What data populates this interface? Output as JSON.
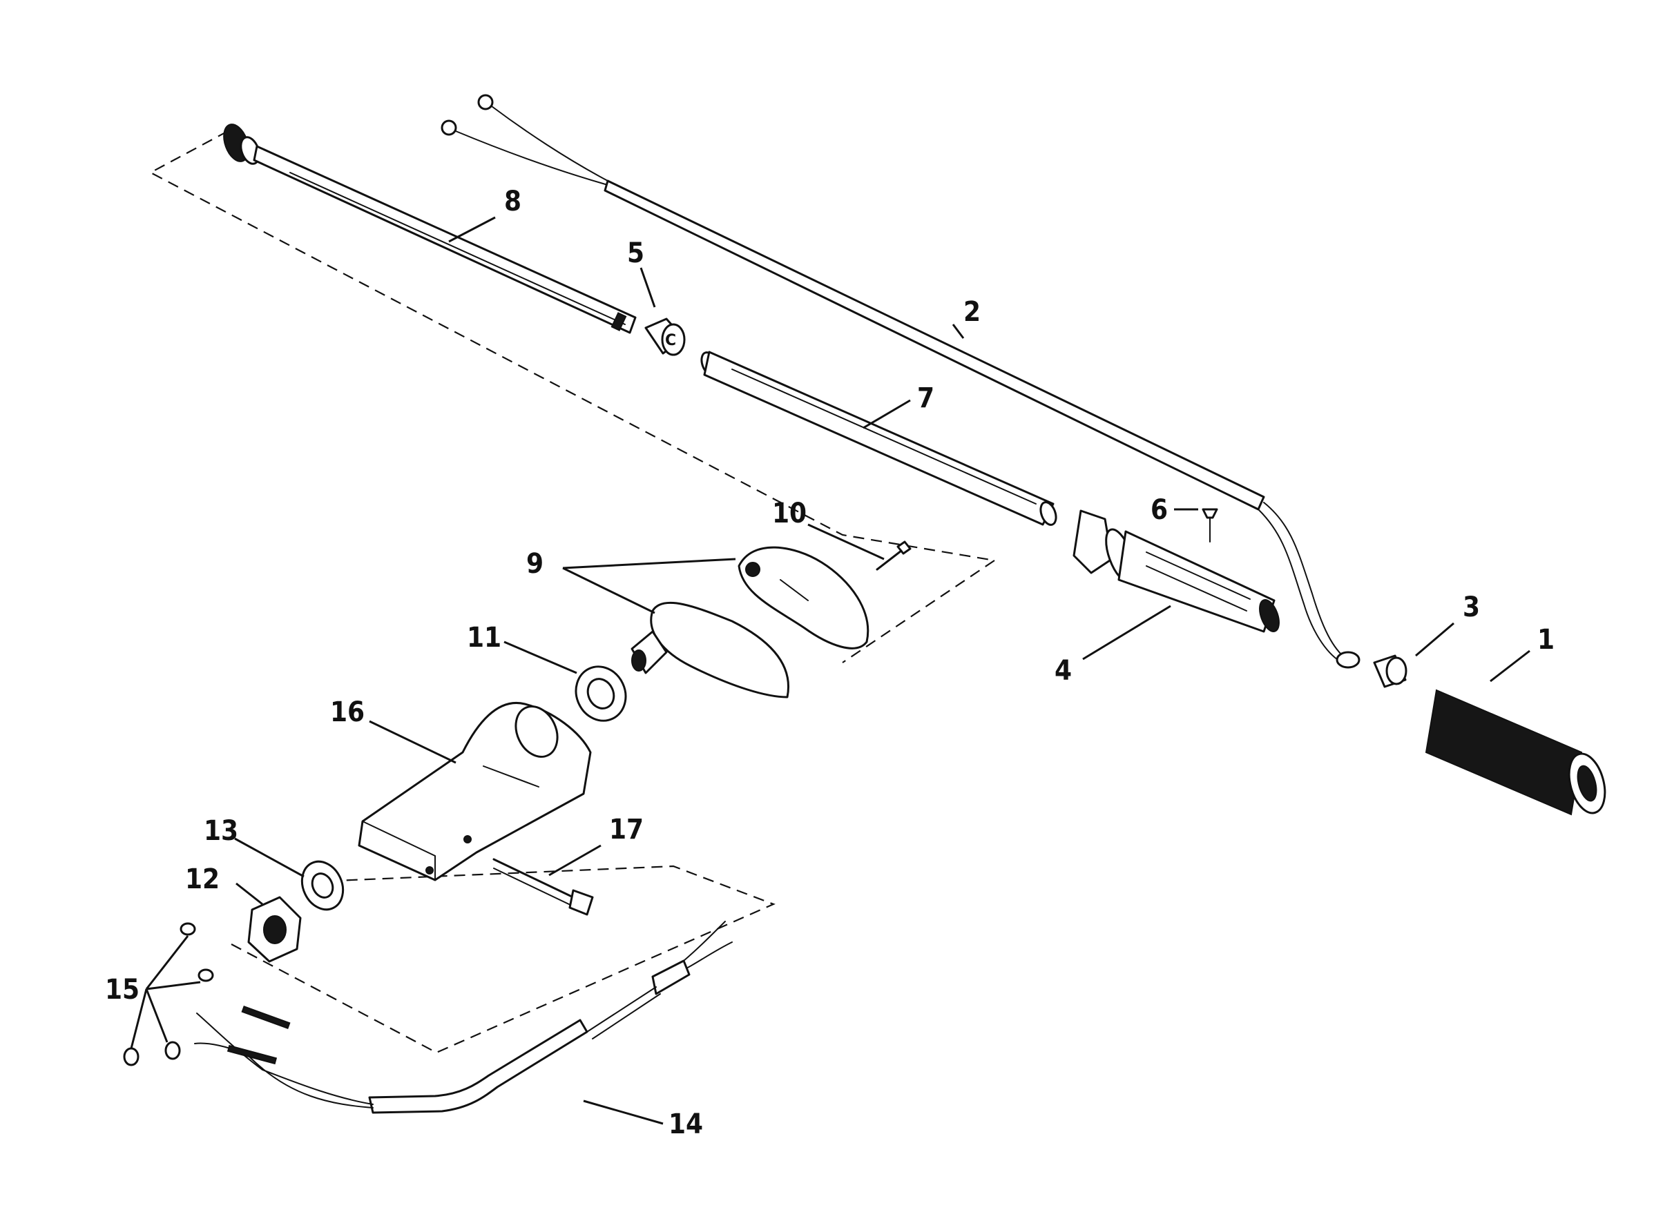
{
  "labels": {
    "p1": "1",
    "p2": "2",
    "p3": "3",
    "p4": "4",
    "p5": "5",
    "p6": "6",
    "p7": "7",
    "p8": "8",
    "p9": "9",
    "p10": "10",
    "p11": "11",
    "p12": "12",
    "p13": "13",
    "p14": "14",
    "p15": "15",
    "p16": "16",
    "p17": "17"
  },
  "colors": {
    "ink": "#111111",
    "paper": "#ffffff"
  }
}
